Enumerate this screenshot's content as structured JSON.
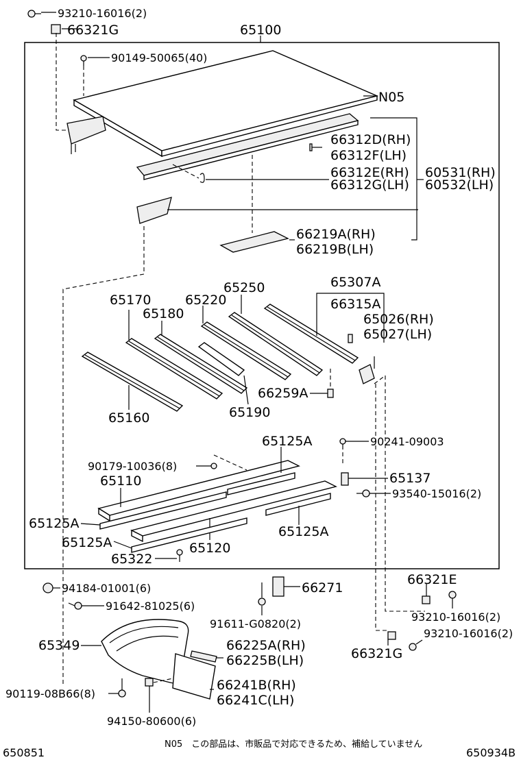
{
  "header": {
    "main_assembly": "65100"
  },
  "callouts": {
    "c1": "93210-16016(2)",
    "c2": "66321G",
    "c3": "90149-50065(40)",
    "c4": "N05",
    "c5": "66312D(RH)",
    "c6": "66312F(LH)",
    "c7": "66312E(RH)",
    "c8": "66312G(LH)",
    "c9": "60531(RH)",
    "c10": "60532(LH)",
    "c11": "66219A(RH)",
    "c12": "66219B(LH)",
    "c13": "65307A",
    "c14": "66315A",
    "c15": "65250",
    "c16": "65220",
    "c17": "65170",
    "c18": "65180",
    "c19": "65026(RH)",
    "c20": "65027(LH)",
    "c21": "66259A",
    "c22": "65190",
    "c23": "65160",
    "c24": "65125A",
    "c25": "90241-09003",
    "c26": "90179-10036(8)",
    "c27": "65110",
    "c28": "65137",
    "c29": "93540-15016(2)",
    "c30": "65125A",
    "c31": "65125A",
    "c32": "65125A",
    "c33": "65120",
    "c34": "65322",
    "c35": "66321E",
    "c36": "94184-01001(6)",
    "c37": "66271",
    "c38": "91642-81025(6)",
    "c39": "93210-16016(2)",
    "c40": "91611-G0820(2)",
    "c41": "93210-16016(2)",
    "c42": "65349",
    "c43": "66225A(RH)",
    "c44": "66225B(LH)",
    "c45": "66321G",
    "c46": "90119-08B66(8)",
    "c47": "66241B(RH)",
    "c48": "66241C(LH)",
    "c49": "94150-80600(6)"
  },
  "footer": {
    "left_code": "650851",
    "note": "N05　この部品は、市販品で対応できるため、補給していません",
    "right_code": "650934B"
  }
}
